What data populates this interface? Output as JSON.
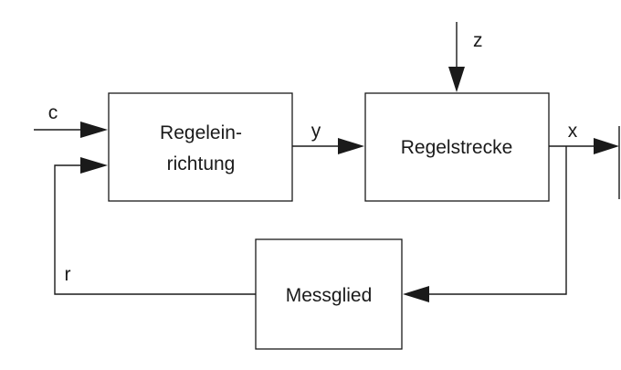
{
  "blocks": {
    "controller": {
      "line1": "Regelein-",
      "line2": "richtung"
    },
    "plant": {
      "label": "Regelstrecke"
    },
    "sensor": {
      "label": "Messglied"
    }
  },
  "signals": {
    "setpoint": "c",
    "manipulated": "y",
    "disturbance": "z",
    "controlled": "x",
    "feedback": "r"
  }
}
